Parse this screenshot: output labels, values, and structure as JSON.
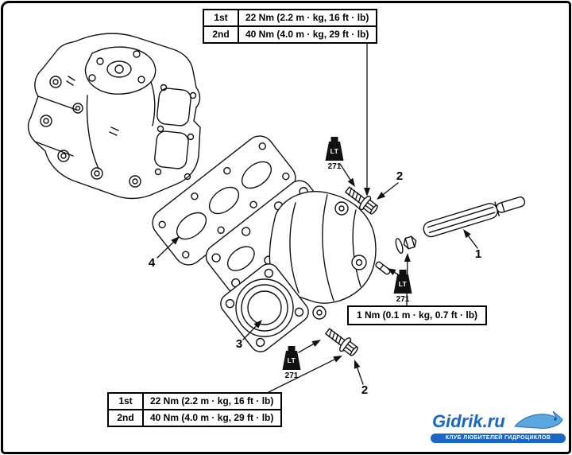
{
  "page": {
    "bg_color": "#ffffff",
    "line_color": "#111111"
  },
  "tables": {
    "top": [
      {
        "step": "1st",
        "spec": "22 Nm (2.2 m · kg, 16 ft · lb)"
      },
      {
        "step": "2nd",
        "spec": "40 Nm (4.0 m · kg, 29 ft · lb)"
      }
    ],
    "bottom": [
      {
        "step": "1st",
        "spec": "22 Nm (2.2 m · kg, 16 ft · lb)"
      },
      {
        "step": "2nd",
        "spec": "40 Nm (4.0 m · kg, 29 ft · lb)"
      }
    ],
    "inline": "1 Nm (0.1 m · kg, 0.7 ft · lb)"
  },
  "labels": {
    "part1": "1",
    "part2_upper": "2",
    "part2_lower": "2",
    "part3": "3",
    "part4": "4"
  },
  "sealant": {
    "code": "LT",
    "number": "271"
  },
  "watermark": {
    "title": "Gidrik.ru",
    "subtitle": "КЛУБ ЛЮБИТЕЛЕЙ ГИДРОЦИКЛОВ",
    "accent_color": "#1b66c4"
  }
}
